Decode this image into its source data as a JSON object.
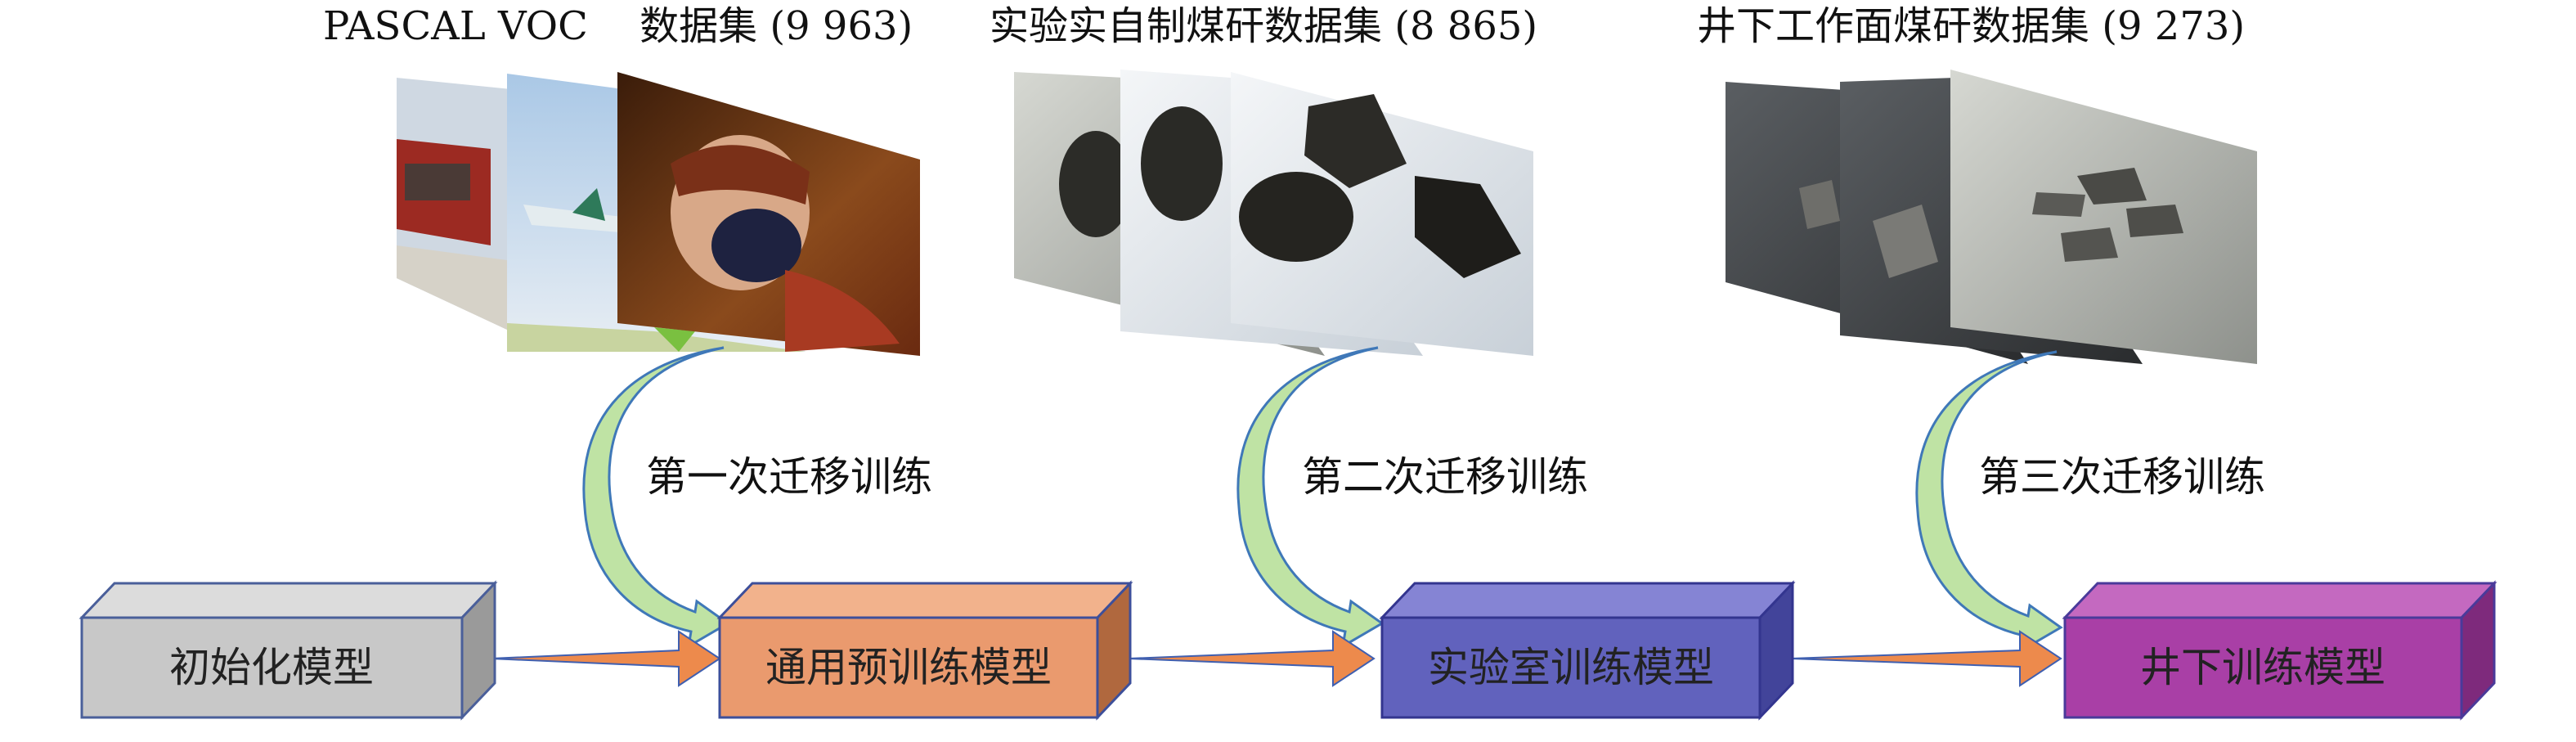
{
  "datasets": [
    {
      "title": "PASCAL VOC　 数据集 (9 963)",
      "images": [
        "train-photo",
        "airplane-photo",
        "woman-photo"
      ]
    },
    {
      "title": "实验实自制煤矸数据集 (8 865)",
      "images": [
        "coal-rock-photo-1",
        "coal-rock-photo-2",
        "coal-rock-photo-3"
      ]
    },
    {
      "title": "井下工作面煤矸数据集 (9 273)",
      "images": [
        "underground-photo-1",
        "underground-photo-2",
        "underground-photo-3"
      ]
    }
  ],
  "steps": [
    {
      "label": "第一次迁移训练"
    },
    {
      "label": "第二次迁移训练"
    },
    {
      "label": "第三次迁移训练"
    }
  ],
  "models": [
    {
      "label": "初始化模型",
      "color": "#c8c8c8",
      "stroke": "#4a5f9a"
    },
    {
      "label": "通用预训练模型",
      "color": "#ea9a6e",
      "stroke": "#3d4f9a"
    },
    {
      "label": "实验室训练模型",
      "color": "#6162bd",
      "stroke": "#33358f"
    },
    {
      "label": "井下训练模型",
      "color": "#a93fa6",
      "stroke": "#4a3a9a"
    }
  ],
  "colors": {
    "curved_arrow": "#bfe3a4",
    "curved_arrow_stroke": "#3f78b8",
    "flow_arrow": "#ed8a4c",
    "flow_arrow_stroke": "#3f5fb0"
  }
}
